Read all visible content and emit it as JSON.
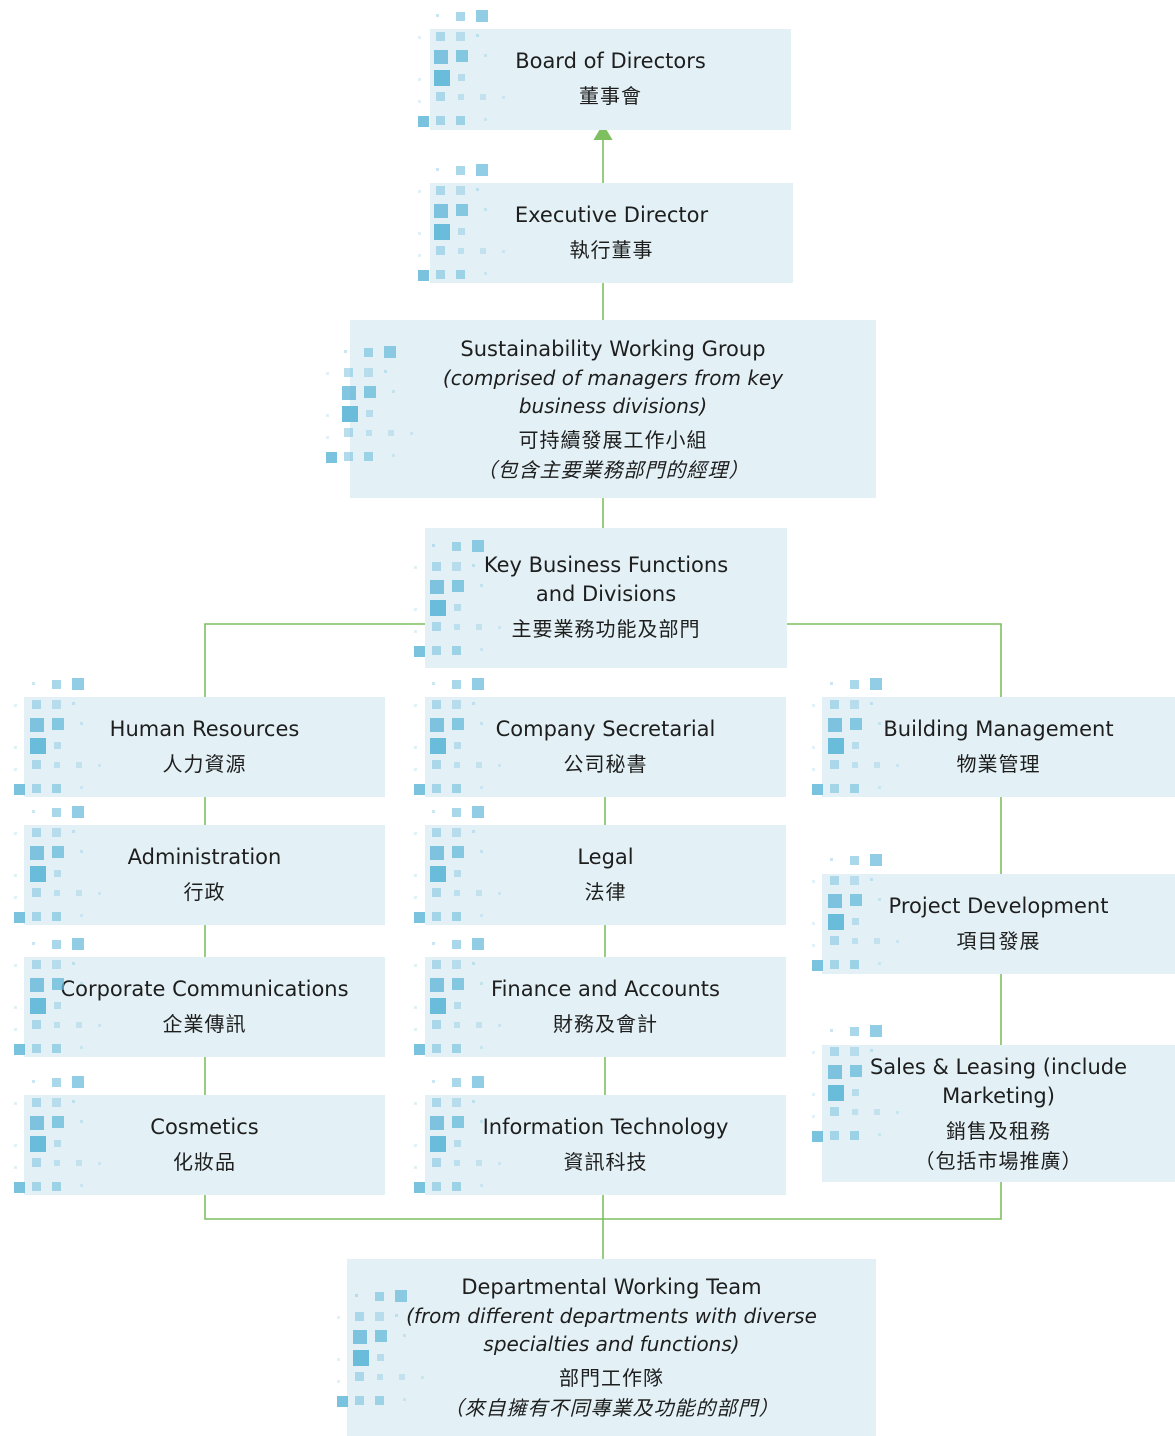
{
  "boxes": {
    "board": {
      "en": "Board of Directors",
      "zh": "董事會"
    },
    "executive": {
      "en": "Executive Director",
      "zh": "執行董事"
    },
    "swg": {
      "en": "Sustainability Working Group",
      "en_sub1": "(comprised of managers from key",
      "en_sub2": "business divisions)",
      "zh": "可持續發展工作小組",
      "zh_sub": "（包含主要業務部門的經理）"
    },
    "kbf": {
      "en1": "Key Business Functions",
      "en2": "and Divisions",
      "zh": "主要業務功能及部門"
    },
    "hr": {
      "en": "Human Resources",
      "zh": "人力資源"
    },
    "admin": {
      "en": "Administration",
      "zh": "行政"
    },
    "corpcomm": {
      "en": "Corporate Communications",
      "zh": "企業傳訊"
    },
    "cosmetics": {
      "en": "Cosmetics",
      "zh": "化妝品"
    },
    "cosec": {
      "en": "Company Secretarial",
      "zh": "公司秘書"
    },
    "legal": {
      "en": "Legal",
      "zh": "法律"
    },
    "finance": {
      "en": "Finance and Accounts",
      "zh": "財務及會計"
    },
    "it": {
      "en": "Information Technology",
      "zh": "資訊科技"
    },
    "building": {
      "en": "Building Management",
      "zh": "物業管理"
    },
    "project": {
      "en": "Project Development",
      "zh": "項目發展"
    },
    "sales": {
      "en1": "Sales & Leasing (include",
      "en2": "Marketing)",
      "zh": "銷售及租務",
      "zh_sub": "（包括市場推廣）"
    },
    "dwt": {
      "en": "Departmental Working Team",
      "en_sub1": "(from different departments with diverse",
      "en_sub2": "specialties and functions)",
      "zh": "部門工作隊",
      "zh_sub": "（來自擁有不同專業及功能的部門）"
    }
  },
  "colors": {
    "box_fill": "#e3f1f6",
    "connector": "#7fbf5f",
    "decoration": "#63b8d9",
    "text": "#1e1e1e"
  }
}
